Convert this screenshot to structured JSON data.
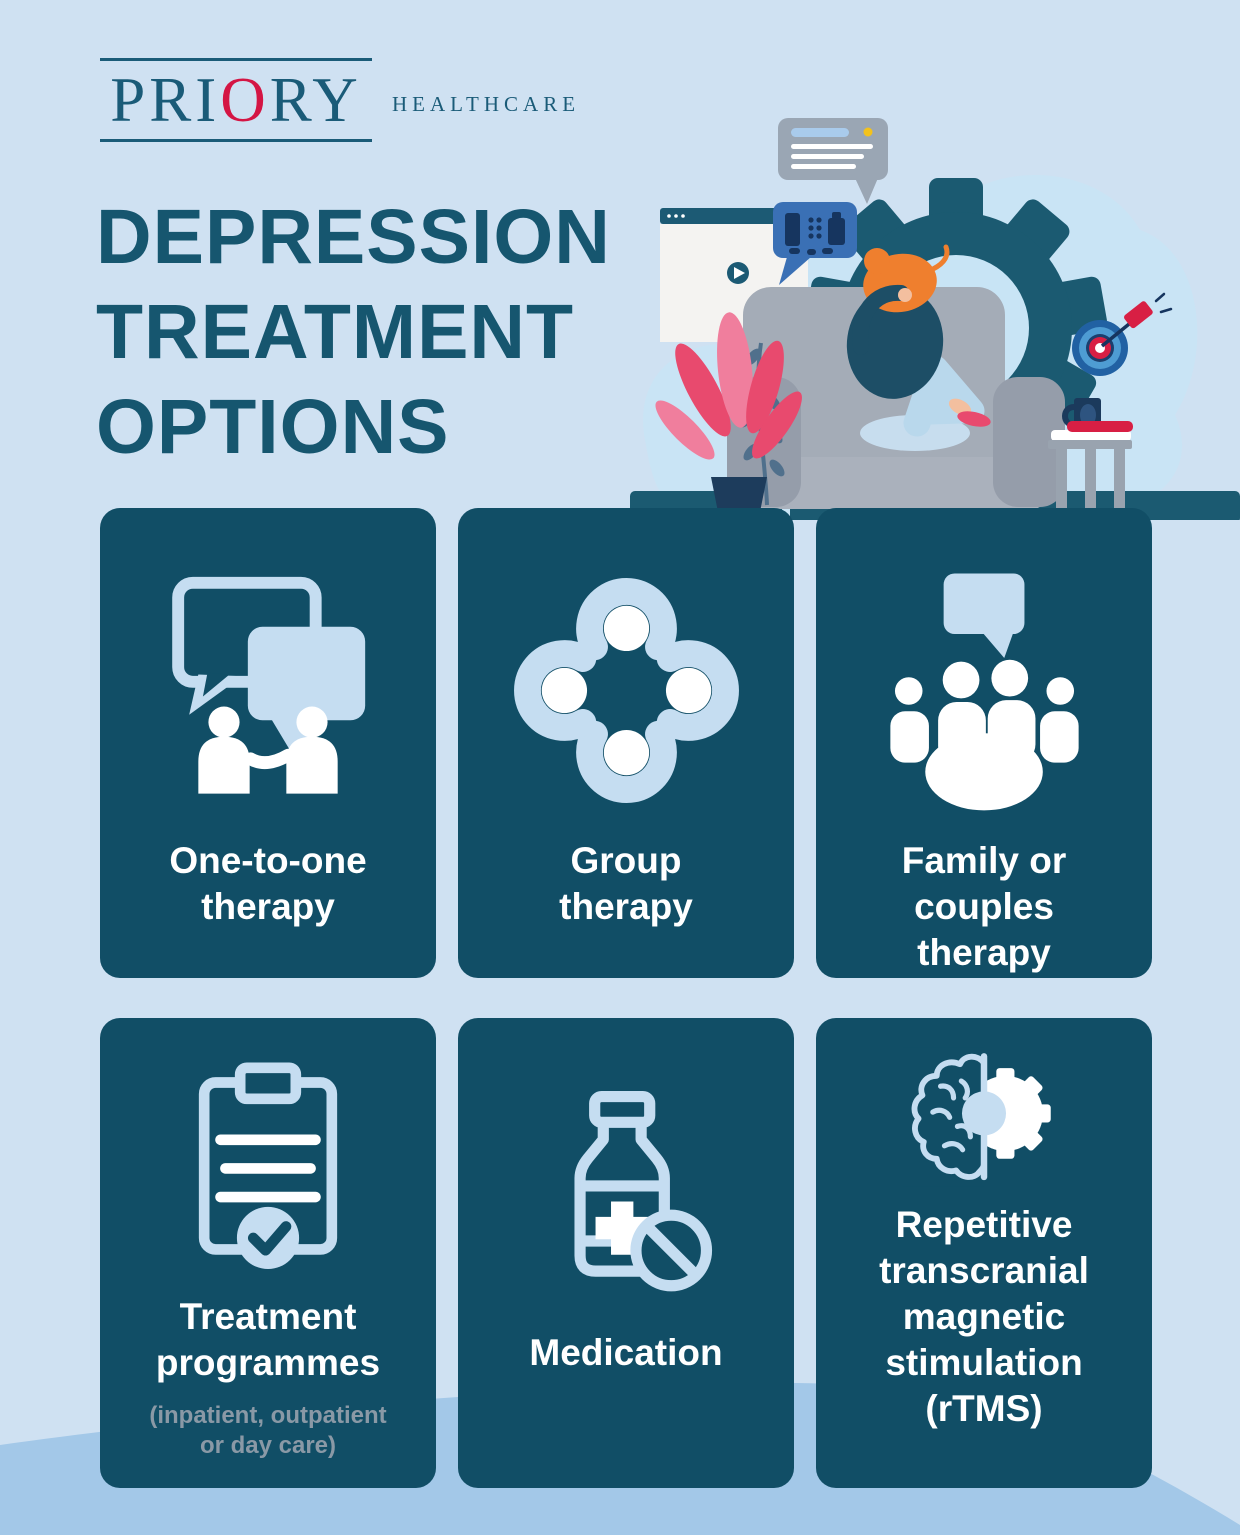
{
  "logo": {
    "part1": "PRI",
    "accent_letter": "O",
    "part2": "RY",
    "suffix": "HEALTHCARE"
  },
  "title": {
    "lines": [
      "DEPRESSION",
      "TREATMENT",
      "OPTIONS"
    ]
  },
  "cards": [
    {
      "label": "One-to-one\ntherapy",
      "icon": "speech-bubbles-handshake-icon"
    },
    {
      "label": "Group\ntherapy",
      "icon": "group-circle-icon"
    },
    {
      "label": "Family or\ncouples\ntherapy",
      "icon": "family-group-icon"
    },
    {
      "label": "Treatment\nprogrammes",
      "sublabel": "(inpatient, outpatient\nor day care)",
      "icon": "clipboard-check-icon"
    },
    {
      "label": "Medication",
      "icon": "medicine-bottle-icon"
    },
    {
      "label": "Repetitive\ntranscranial\nmagnetic\nstimulation\n(rTMS)",
      "icon": "brain-gear-icon"
    }
  ],
  "colors": {
    "background": "#cfe1f2",
    "wave": "#a3c8e8",
    "card_background": "#114e66",
    "icon_light_blue": "#c5ddf1",
    "title_text": "#16566f",
    "logo_teal": "#1a5b78",
    "logo_red": "#d41544",
    "card_text": "#ffffff",
    "card_subtext": "#8a99a6"
  }
}
